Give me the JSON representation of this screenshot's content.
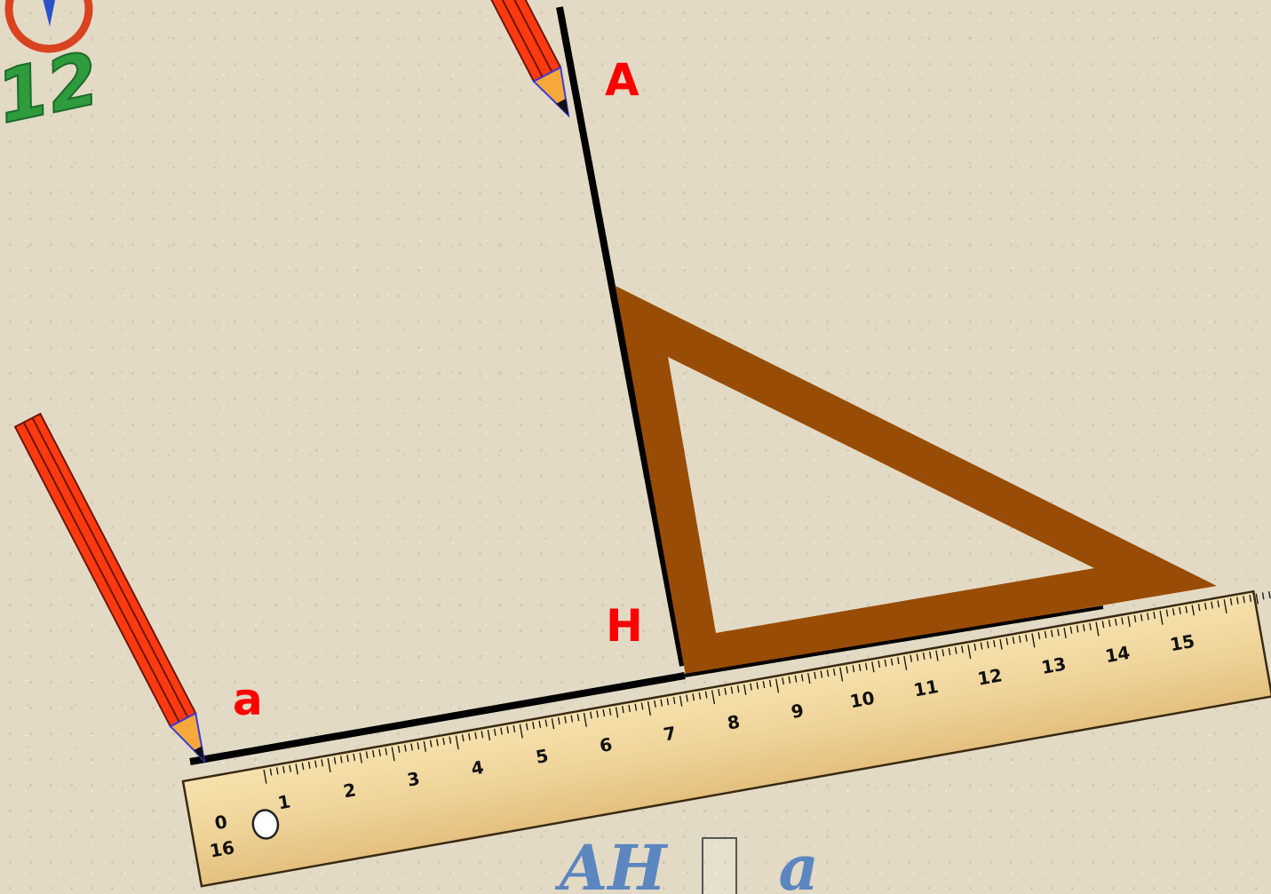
{
  "labels": {
    "point_a": "A",
    "point_h": "H",
    "line_a": "a"
  },
  "formula": {
    "left": "AH",
    "right": "a"
  },
  "ruler": {
    "numbers": [
      "0",
      "1",
      "2",
      "3",
      "4",
      "5",
      "6",
      "7",
      "8",
      "9",
      "10",
      "11",
      "12",
      "13",
      "14",
      "15",
      "16"
    ]
  },
  "colors": {
    "background": "#e3dac5",
    "label": "#ff0000",
    "triangle": "#994c05",
    "pencil": "#ff3a10",
    "ruler": "#efd49a",
    "formula": "#5b86c0",
    "line": "#000000"
  },
  "icons": {
    "clock": "clock-icon",
    "pencils": "pencil-icon",
    "set_square": "set-square-icon",
    "ruler": "ruler-icon"
  }
}
